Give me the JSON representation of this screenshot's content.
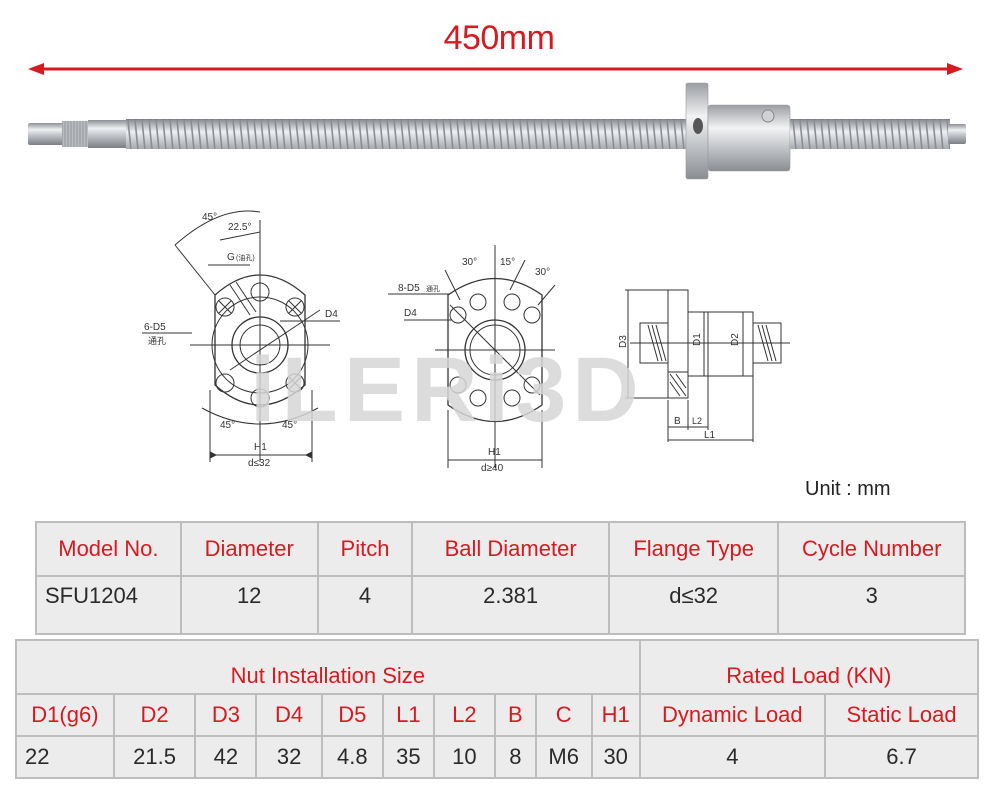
{
  "product_image": {
    "length_label": "450mm",
    "arrow_color": "#d71920",
    "subject": "ball-screw-with-flange-nut"
  },
  "drawings": {
    "flange_small": {
      "angles": [
        "45°",
        "22.5°",
        "45°",
        "45°"
      ],
      "labels": {
        "g": "G",
        "g_note": "(油孔)",
        "holes": "6-D5",
        "holes_note": "通孔",
        "d4": "D4",
        "h1": "H1",
        "size": "d≤32"
      }
    },
    "flange_large": {
      "angles": [
        "30°",
        "15°",
        "30°"
      ],
      "labels": {
        "holes": "8-D5",
        "holes_note": "通孔",
        "d4": "D4",
        "h1": "H1",
        "size": "d≥40"
      }
    },
    "side_view": {
      "labels": {
        "d3": "D3",
        "d1": "D1",
        "d2": "D2",
        "b": "B",
        "l2": "L2",
        "l1": "L1"
      }
    },
    "watermark": "iLERi3D"
  },
  "unit": "Unit : mm",
  "spec_table": {
    "headers": [
      "Model No.",
      "Diameter",
      "Pitch",
      "Ball Diameter",
      "Flange Type",
      "Cycle Number"
    ],
    "values": [
      "SFU1204",
      "12",
      "4",
      "2.381",
      "d≤32",
      "3"
    ]
  },
  "nut_table": {
    "group_headers": [
      "Nut Installation Size",
      "Rated Load (KN)"
    ],
    "headers": [
      "D1(g6)",
      "D2",
      "D3",
      "D4",
      "D5",
      "L1",
      "L2",
      "B",
      "C",
      "H1",
      "Dynamic Load",
      "Static Load"
    ],
    "values": [
      "22",
      "21.5",
      "42",
      "32",
      "4.8",
      "35",
      "10",
      "8",
      "M6",
      "30",
      "4",
      "6.7"
    ]
  },
  "colors": {
    "header_text": "#d71920",
    "value_text": "#2a2a2a",
    "table_bg": "#ececec",
    "table_border": "#bdbdbd"
  }
}
